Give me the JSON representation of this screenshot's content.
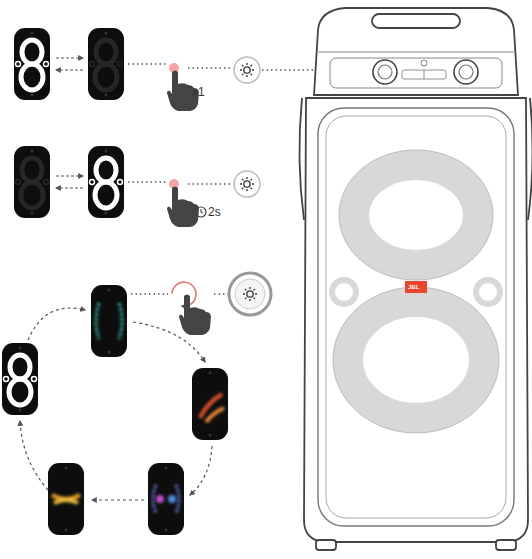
{
  "diagram": {
    "labels": [
      "x1",
      "2s",
      "JBL"
    ]
  }
}
